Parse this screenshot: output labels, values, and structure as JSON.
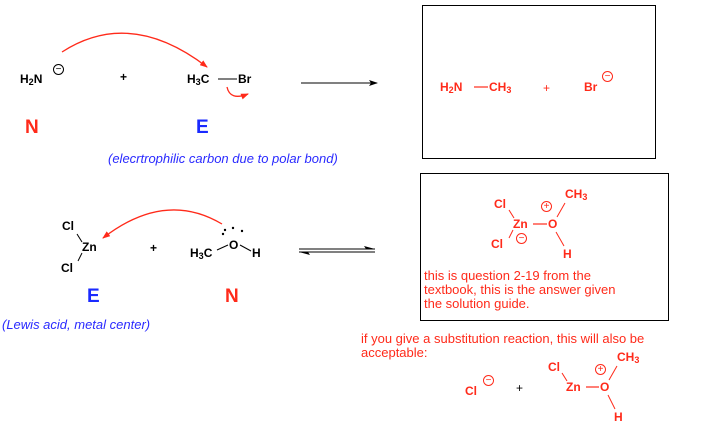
{
  "reaction1": {
    "nucleophile": {
      "main": "H",
      "sub": "2",
      "tail": "N",
      "charge": "−"
    },
    "plus": "+",
    "electrophile": {
      "main": "H",
      "sub": "3",
      "tail": "C",
      "partner": "Br"
    },
    "label_n": "N",
    "label_e": "E",
    "note": "(elecrtrophilic carbon due to polar bond)",
    "product": {
      "a_main": "H",
      "a_sub": "2",
      "a_tail": "N",
      "b_main": "CH",
      "b_sub": "3",
      "plus": "+",
      "ion": "Br",
      "ion_charge": "−"
    }
  },
  "reaction2": {
    "zn": "Zn",
    "cl_top": "Cl",
    "cl_bottom": "Cl",
    "plus": "+",
    "methanol": {
      "c_main": "H",
      "c_sub": "3",
      "c_tail": "C",
      "o": "O",
      "h": "H"
    },
    "label_e": "E",
    "label_n": "N",
    "note": "(Lewis acid, metal center)",
    "product": {
      "cl_top": "Cl",
      "cl_bottom": "Cl",
      "zn": "Zn",
      "o": "O",
      "ch": "CH",
      "ch_sub": "3",
      "h": "H",
      "plus_charge": "+",
      "minus_charge": "−"
    },
    "answer_note": [
      "this is question 2-19 from the",
      "textbook, this is the answer given",
      "the solution guide."
    ],
    "alt_note": [
      "if you give a substitution reaction, this will also be",
      "acceptable:"
    ],
    "alt_product": {
      "cl_ion": "Cl",
      "cl_charge": "−",
      "plus": "+",
      "cl": "Cl",
      "zn": "Zn",
      "o": "O",
      "ch": "CH",
      "ch_sub": "3",
      "h": "H",
      "o_charge": "+"
    }
  },
  "colors": {
    "nucleophile": "#ff2a1a",
    "electrophile": "#1a2aff",
    "arrow": "#ff2a1a"
  }
}
